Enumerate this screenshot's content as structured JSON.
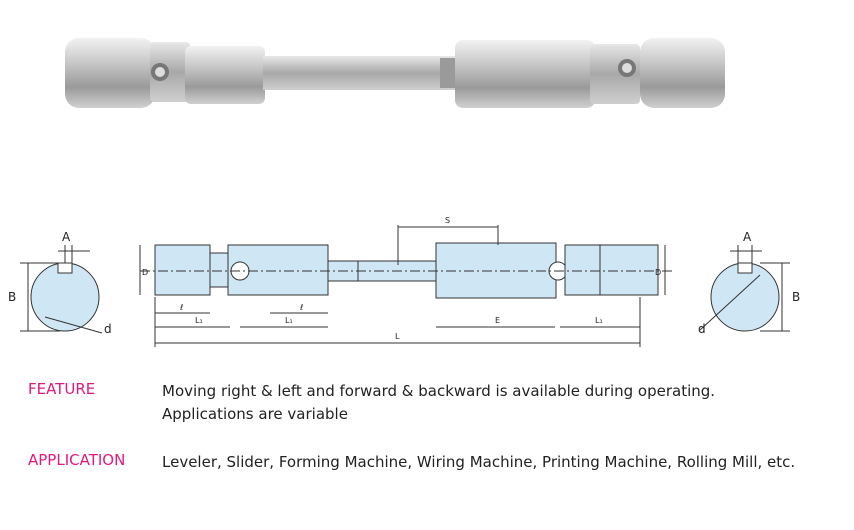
{
  "diagram": {
    "dims": {
      "A_left": "A",
      "B_left": "B",
      "d_left": "d",
      "D_left": "D",
      "l_1": "ℓ",
      "L1_1": "L₁",
      "L1_2": "L₁",
      "l_2": "ℓ",
      "L": "L",
      "S": "S",
      "E": "E",
      "L1_3": "L₁",
      "D_right": "D",
      "A_right": "A",
      "B_right": "B",
      "d_right": "d"
    }
  },
  "specs": [
    {
      "label": "FEATURE",
      "text": "Moving right & left and forward & backward is available during operating. Applications are variable"
    },
    {
      "label": "APPLICATION",
      "text": "Leveler, Slider, Forming Machine, Wiring Machine, Printing Machine, Rolling Mill, etc."
    }
  ]
}
